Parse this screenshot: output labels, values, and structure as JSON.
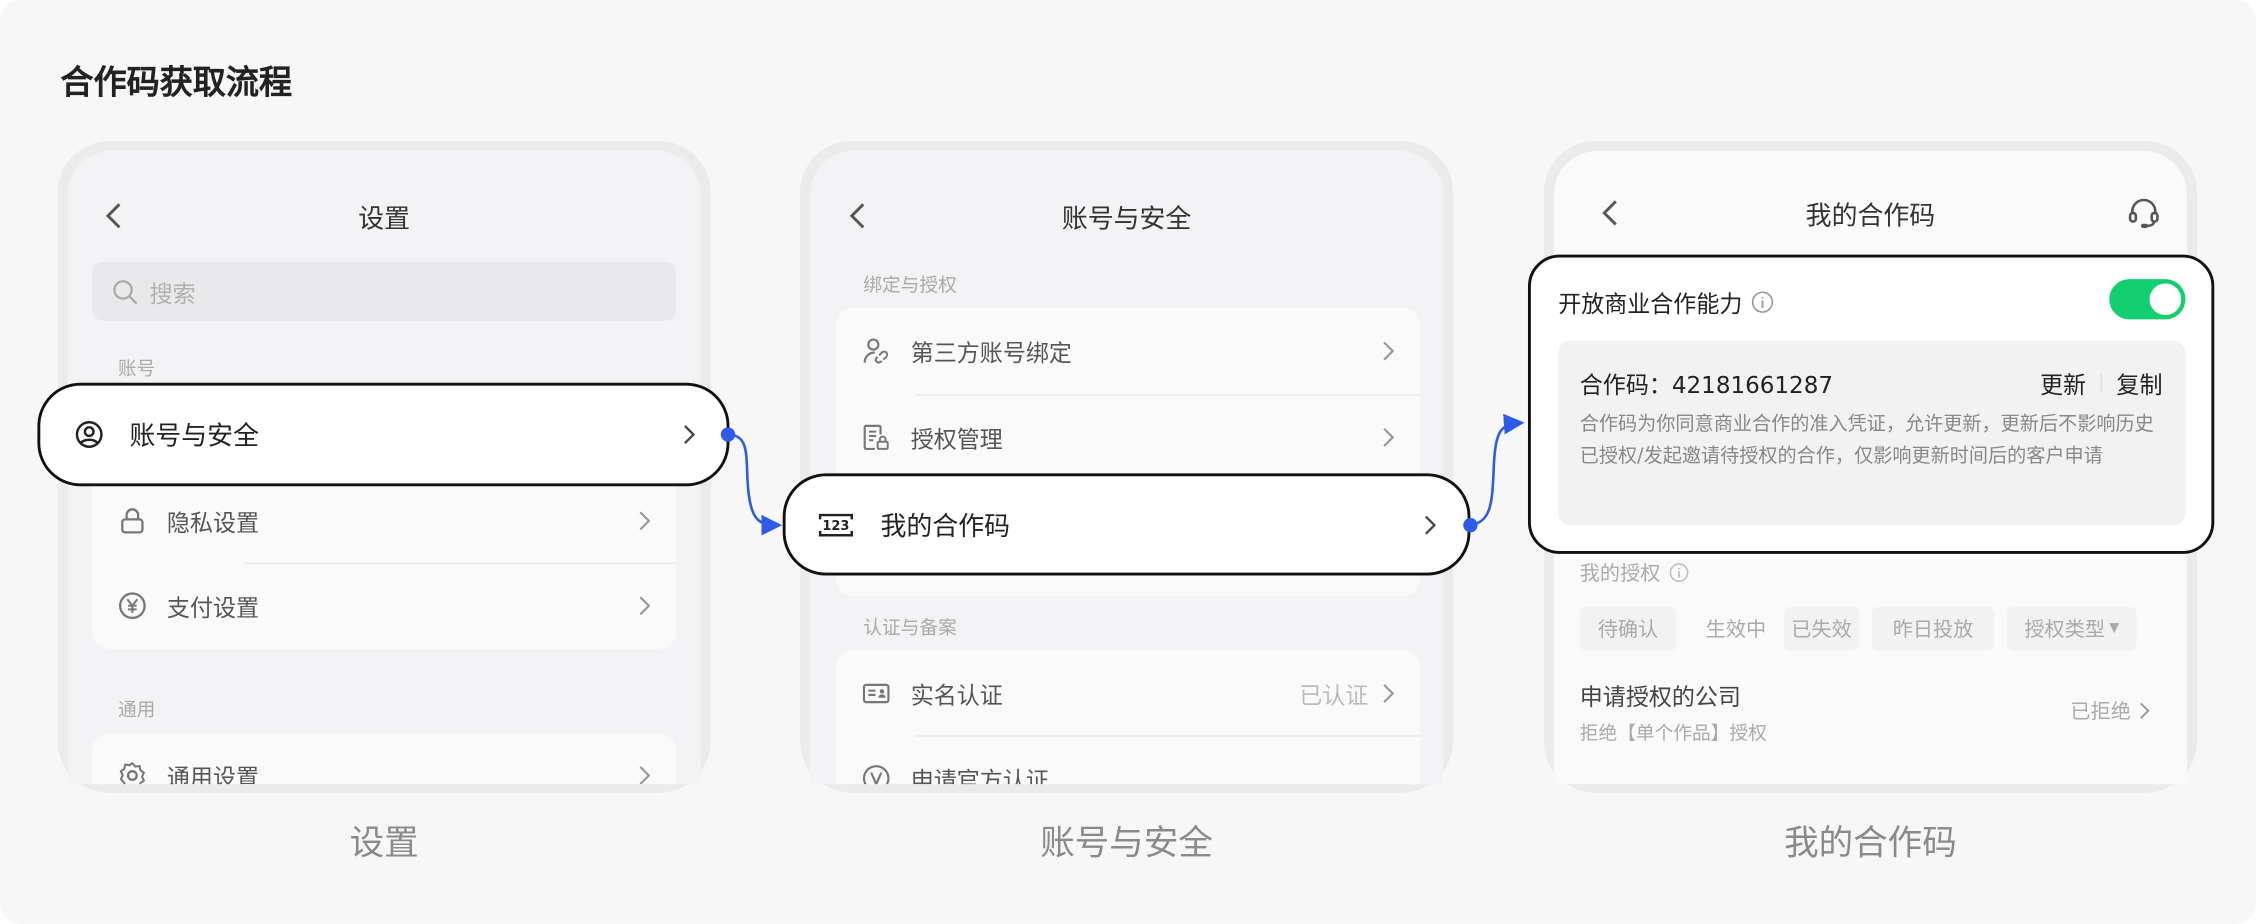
{
  "title": "合作码获取流程",
  "colors": {
    "accent": "#2f5be8",
    "toggle_on": "#14cf71"
  },
  "screen1": {
    "header": "设置",
    "search_placeholder": "搜索",
    "section_account": "账号",
    "items": [
      {
        "label": "账号与安全",
        "icon": "user-circle-icon"
      },
      {
        "label": "隐私设置",
        "icon": "lock-icon"
      },
      {
        "label": "支付设置",
        "icon": "yen-icon"
      }
    ],
    "section_general": "通用",
    "general_items": [
      {
        "label": "通用设置",
        "icon": "gear-icon"
      }
    ],
    "caption": "设置"
  },
  "screen2": {
    "header": "账号与安全",
    "section_bind": "绑定与授权",
    "items": [
      {
        "label": "第三方账号绑定",
        "icon": "user-link-icon"
      },
      {
        "label": "授权管理",
        "icon": "doc-lock-icon"
      },
      {
        "label": "我的合作码",
        "icon": "code-123-icon"
      }
    ],
    "section_cert": "认证与备案",
    "cert_items": [
      {
        "label": "实名认证",
        "value": "已认证",
        "icon": "id-card-icon"
      },
      {
        "label": "申请官方认证",
        "icon": "v-badge-icon"
      }
    ],
    "caption": "账号与安全"
  },
  "screen3": {
    "header": "我的合作码",
    "toggle_label": "开放商业合作能力",
    "toggle_on": true,
    "code_label": "合作码：",
    "code_value": "42181661287",
    "refresh": "更新",
    "copy": "复制",
    "description": "合作码为你同意商业合作的准入凭证，允许更新，更新后不影响历史已授权/发起邀请待授权的合作，仅影响更新时间后的客户申请",
    "my_auth": "我的授权",
    "chips": [
      "待确认",
      "生效中",
      "已失效",
      "昨日投放",
      "授权类型"
    ],
    "company_title": "申请授权的公司",
    "company_sub": "拒绝【单个作品】授权",
    "company_status": "已拒绝",
    "caption": "我的合作码"
  }
}
